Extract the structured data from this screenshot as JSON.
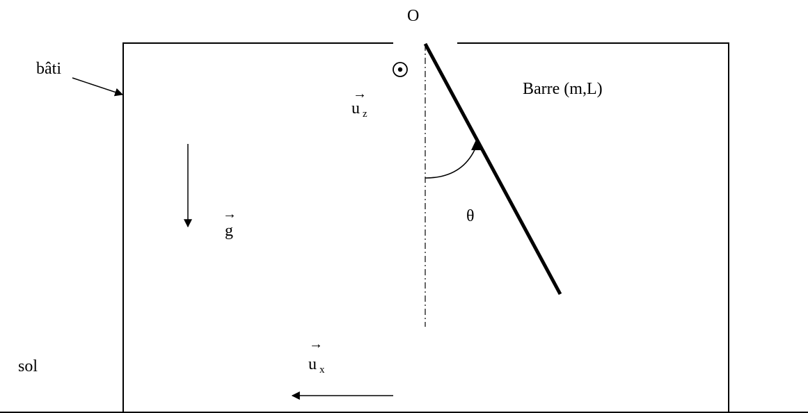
{
  "labels": {
    "origin": "O",
    "frame": "bâti",
    "bar": "Barre (m,L)",
    "angle": "θ",
    "ground": "sol"
  },
  "vectors": {
    "uz": {
      "base": "u",
      "sub": "z",
      "arrow": "→"
    },
    "g": {
      "base": "g",
      "arrow": "→"
    },
    "ux": {
      "base": "u",
      "sub": "x",
      "arrow": "→"
    }
  }
}
